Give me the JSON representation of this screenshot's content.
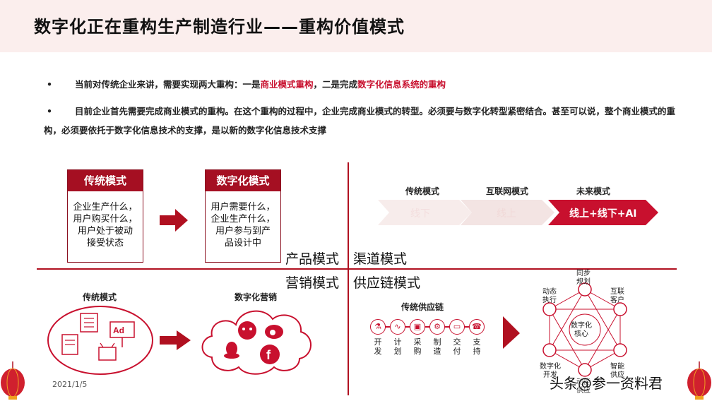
{
  "title": "数字化正在重构生产制造行业——重构价值模式",
  "bullets": {
    "b1_pre": "当前对传统企业来讲，需要实现两大重构：一是",
    "b1_hl1": "商业模式重构",
    "b1_mid": "，二是完成",
    "b1_hl2": "数字化信息系统的重构",
    "b2": "目前企业首先需要完成商业模式的重构。在这个重构的过程中，企业完成商业模式的转型。必须要与数字化转型紧密结合。甚至可以说，整个商业模式的重构，必须要依托于数字化信息技术的支撑，是以新的数字化信息技术支撑",
    "dot": "•"
  },
  "quadrants": {
    "product": "产品模式",
    "channel": "渠道模式",
    "marketing": "营销模式",
    "supply": "供应链模式"
  },
  "product": {
    "traditional": {
      "title": "传统模式",
      "lines": [
        "企业生产什么，",
        "用户购买什么，",
        "用户处于被动",
        "接受状态"
      ]
    },
    "digital": {
      "title": "数字化模式",
      "lines": [
        "用户需要什么，",
        "企业生产什么，",
        "用户参与到产",
        "品设计中"
      ]
    }
  },
  "channel": {
    "labels": [
      "传统模式",
      "互联网模式",
      "未来模式"
    ],
    "chevrons": [
      "线下",
      "线上",
      "线上+线下+AI"
    ]
  },
  "marketing": {
    "traditional": "传统模式",
    "digital": "数字化营销",
    "ad_text": "Ad"
  },
  "supply": {
    "title": "传统供应链",
    "steps": [
      {
        "text": [
          "开",
          "发"
        ],
        "icon": "⚗"
      },
      {
        "text": [
          "计",
          "划"
        ],
        "icon": "∿"
      },
      {
        "text": [
          "采",
          "购"
        ],
        "icon": "▣"
      },
      {
        "text": [
          "制",
          "造"
        ],
        "icon": "⚙"
      },
      {
        "text": [
          "交",
          "付"
        ],
        "icon": "▭"
      },
      {
        "text": [
          "支",
          "持"
        ],
        "icon": "☎"
      }
    ],
    "center": [
      "数字化",
      "核心"
    ],
    "nodes": {
      "top": [
        "同步",
        "规划"
      ],
      "right_top": [
        "互联",
        "客户"
      ],
      "right_bottom": [
        "智能",
        "供应"
      ],
      "bottom": [
        "动能",
        "供应"
      ],
      "left_bottom": [
        "数字化",
        "开发"
      ],
      "left_top": [
        "动态",
        "执行"
      ]
    }
  },
  "footer": {
    "date": "2021/1/5",
    "watermark": "头条@参一资料君"
  },
  "colors": {
    "accent": "#c8102e",
    "dark_red": "#a50f22",
    "header_bg": "#fbeeed"
  }
}
